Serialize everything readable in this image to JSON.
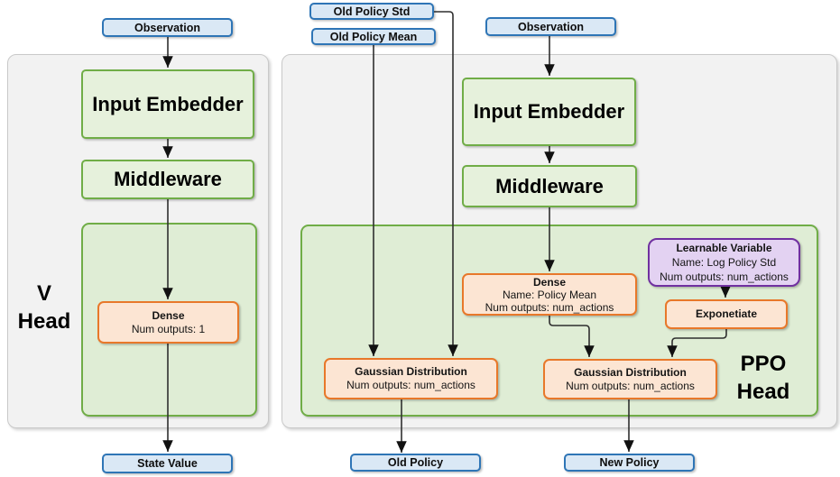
{
  "v_head": {
    "label": [
      "V",
      "Head"
    ],
    "observation": "Observation",
    "input_embedder": "Input Embedder",
    "middleware": "Middleware",
    "dense": {
      "title": "Dense",
      "line2": "Num outputs: 1"
    },
    "state_value": "State Value"
  },
  "ppo_head": {
    "label": [
      "PPO",
      "Head"
    ],
    "old_policy_std": "Old Policy Std",
    "old_policy_mean": "Old Policy Mean",
    "observation": "Observation",
    "input_embedder": "Input Embedder",
    "middleware": "Middleware",
    "dense": {
      "title": "Dense",
      "line2": "Name: Policy Mean",
      "line3": "Num outputs: num_actions"
    },
    "learnable_variable": {
      "title": "Learnable Variable",
      "line2": "Name: Log Policy Std",
      "line3": "Num outputs: num_actions"
    },
    "exponetiate": "Exponetiate",
    "gaussian_old": {
      "title": "Gaussian Distribution",
      "line2": "Num outputs: num_actions"
    },
    "gaussian_new": {
      "title": "Gaussian Distribution",
      "line2": "Num outputs: num_actions"
    },
    "old_policy": "Old Policy",
    "new_policy": "New Policy"
  },
  "colors": {
    "blue_border": "#2e75b6",
    "blue_fill": "#dae8f5",
    "green_border": "#70ad47",
    "green_box_fill": "#e6f1dc",
    "green_container_fill": "#dfedd5",
    "orange_border": "#e8782a",
    "orange_fill": "#fce5d3",
    "purple_border": "#7030a0",
    "purple_fill": "#e3d2f2",
    "panel_fill": "#f2f2f2",
    "panel_border": "#c9c9c9",
    "wire": "#2f2f2f"
  }
}
